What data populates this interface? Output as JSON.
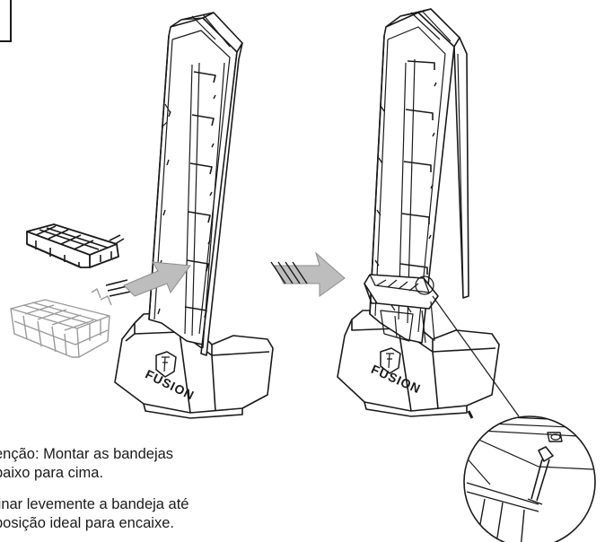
{
  "instructions": {
    "line1a": "enção: Montar as bandejas",
    "line1b": "baixo para cima.",
    "line2a": "linar levemente a bandeja até",
    "line2b": "posição ideal para encaixe."
  },
  "brand": {
    "logo_text": "FUSION"
  },
  "colors": {
    "stroke": "#1a1a1a",
    "arrow_fill": "#bdbdbd",
    "light_stroke": "#9a9a9a"
  }
}
